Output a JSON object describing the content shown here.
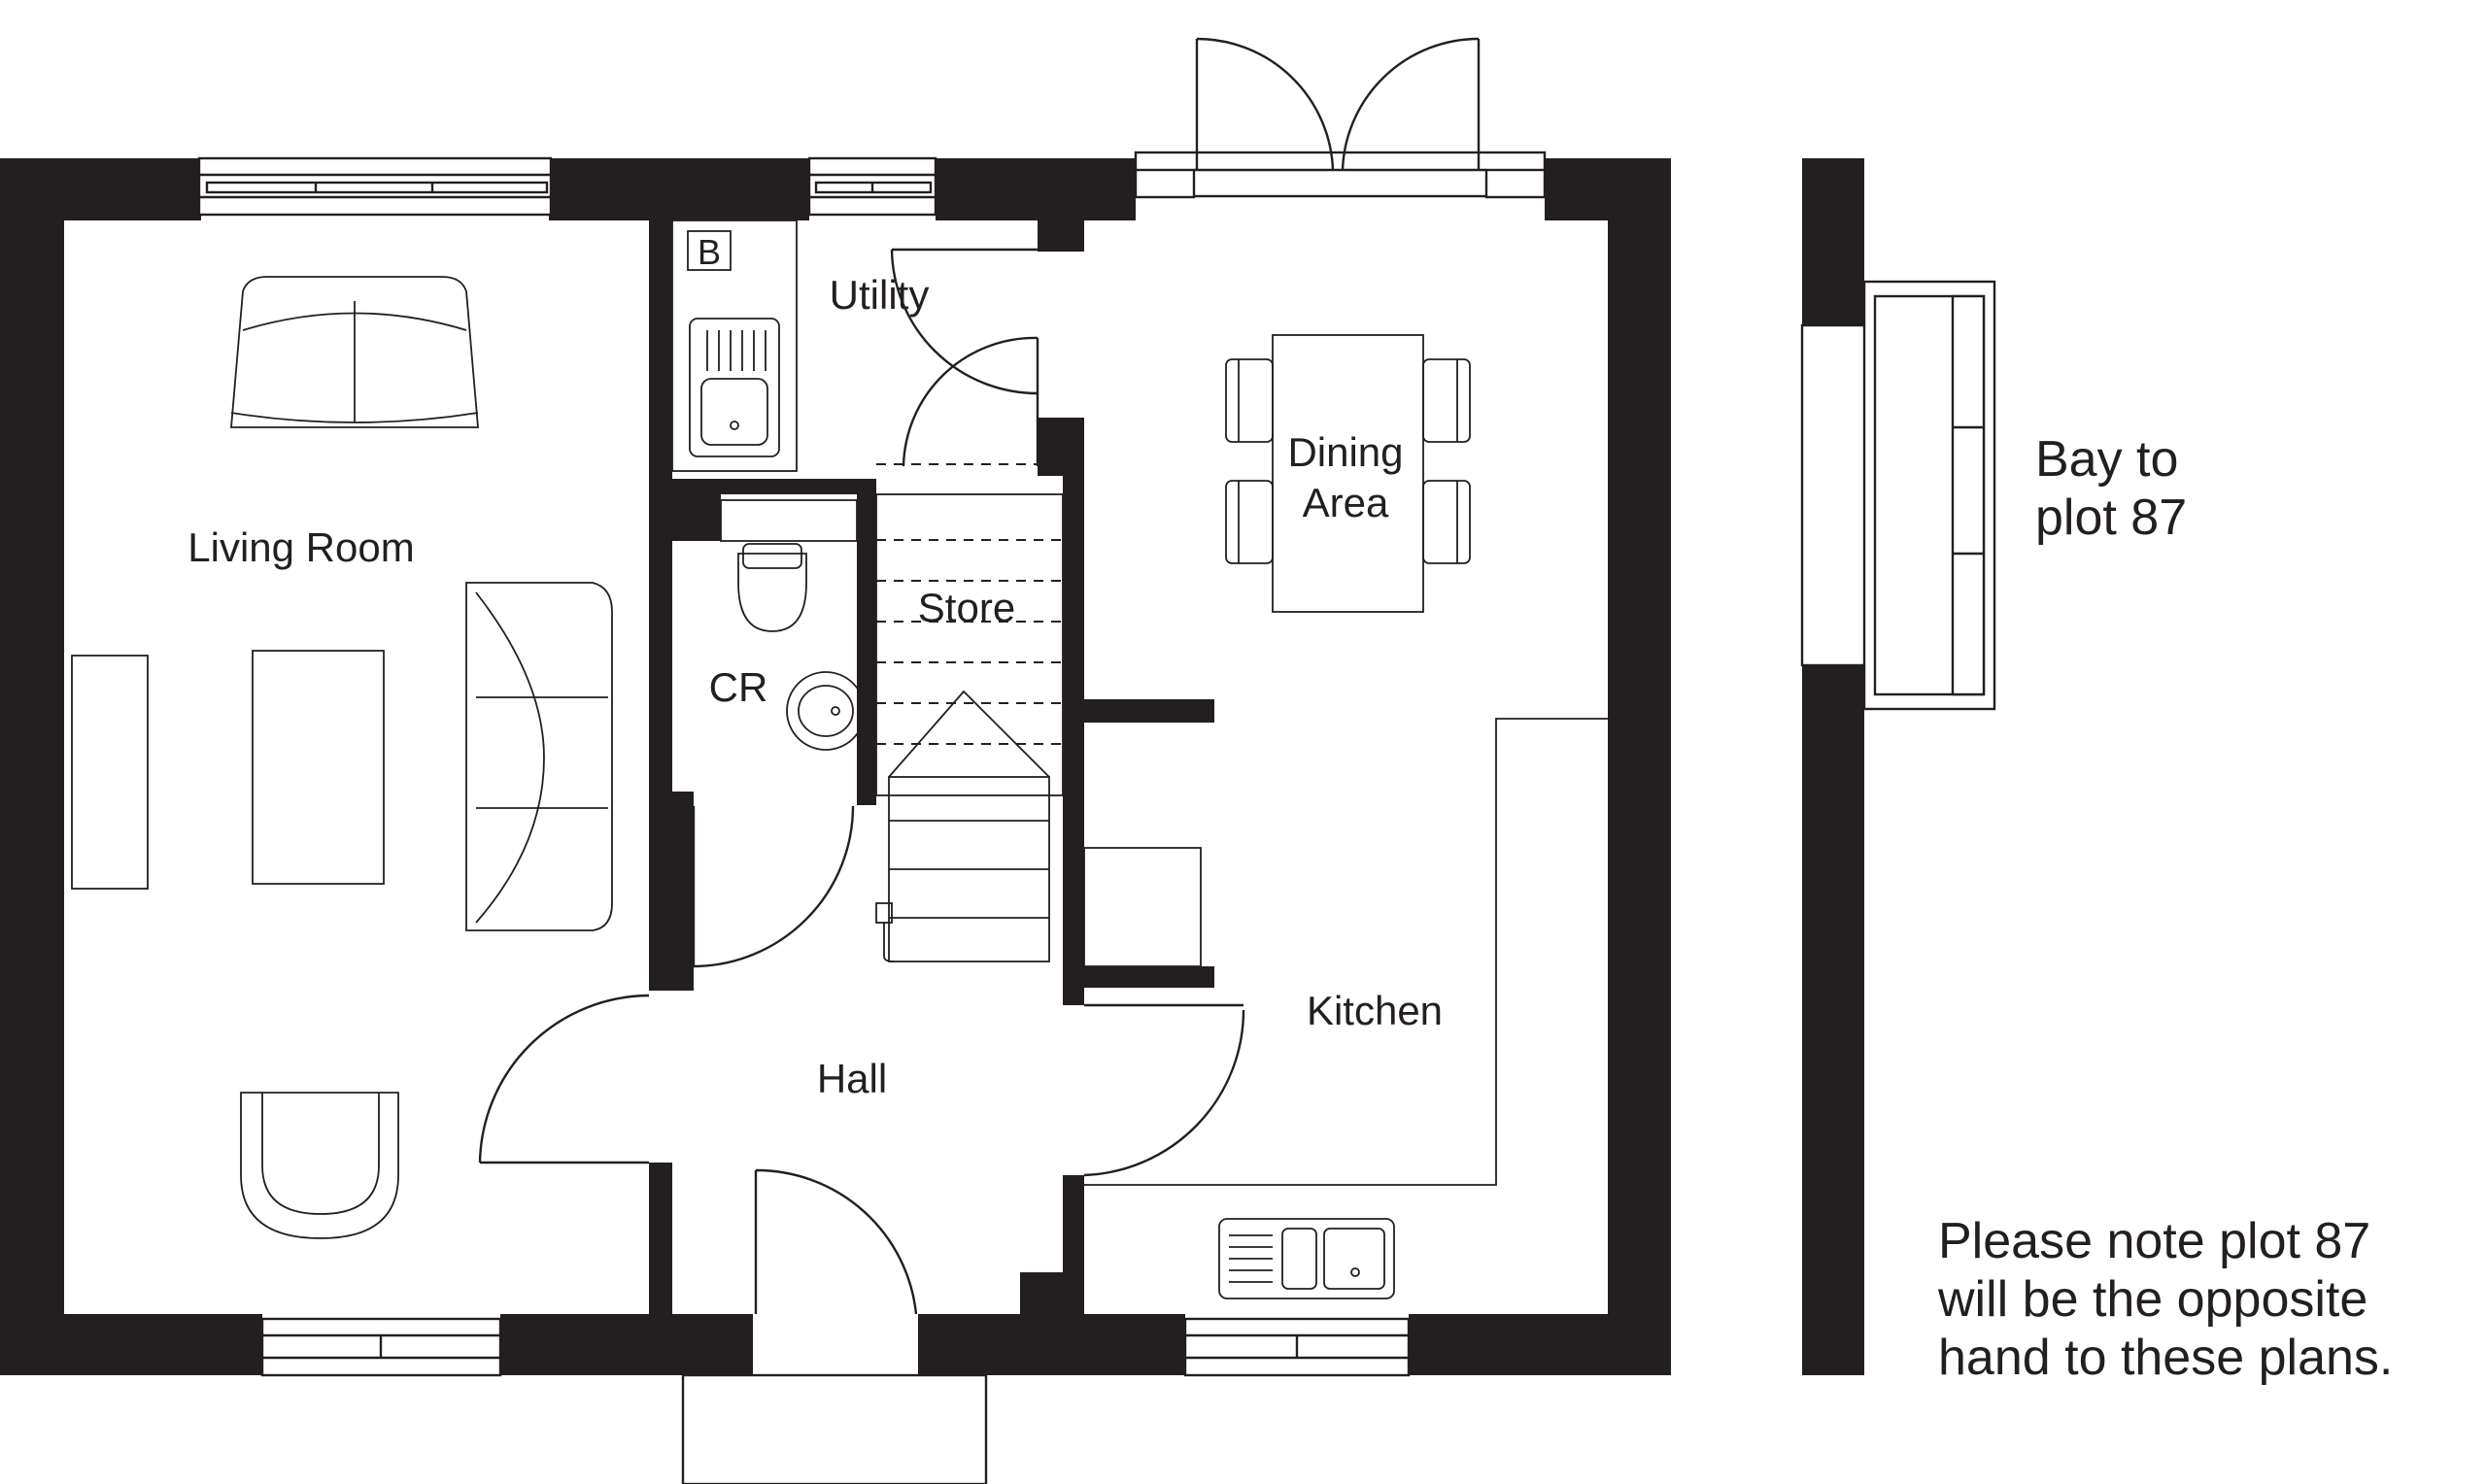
{
  "rooms": {
    "living_room": "Living Room",
    "utility": "Utility",
    "dining_area_line1": "Dining",
    "dining_area_line2": "Area",
    "store": "Store",
    "cr": "CR",
    "kitchen": "Kitchen",
    "hall": "Hall"
  },
  "fixtures": {
    "boiler": "B"
  },
  "bay_note": {
    "line1": "Bay to",
    "line2": "plot 87"
  },
  "plot_note": {
    "line1": "Please note plot 87",
    "line2": "will be the opposite",
    "line3": "hand to these plans."
  },
  "colors": {
    "wall": "#231f20",
    "background": "#ffffff"
  }
}
